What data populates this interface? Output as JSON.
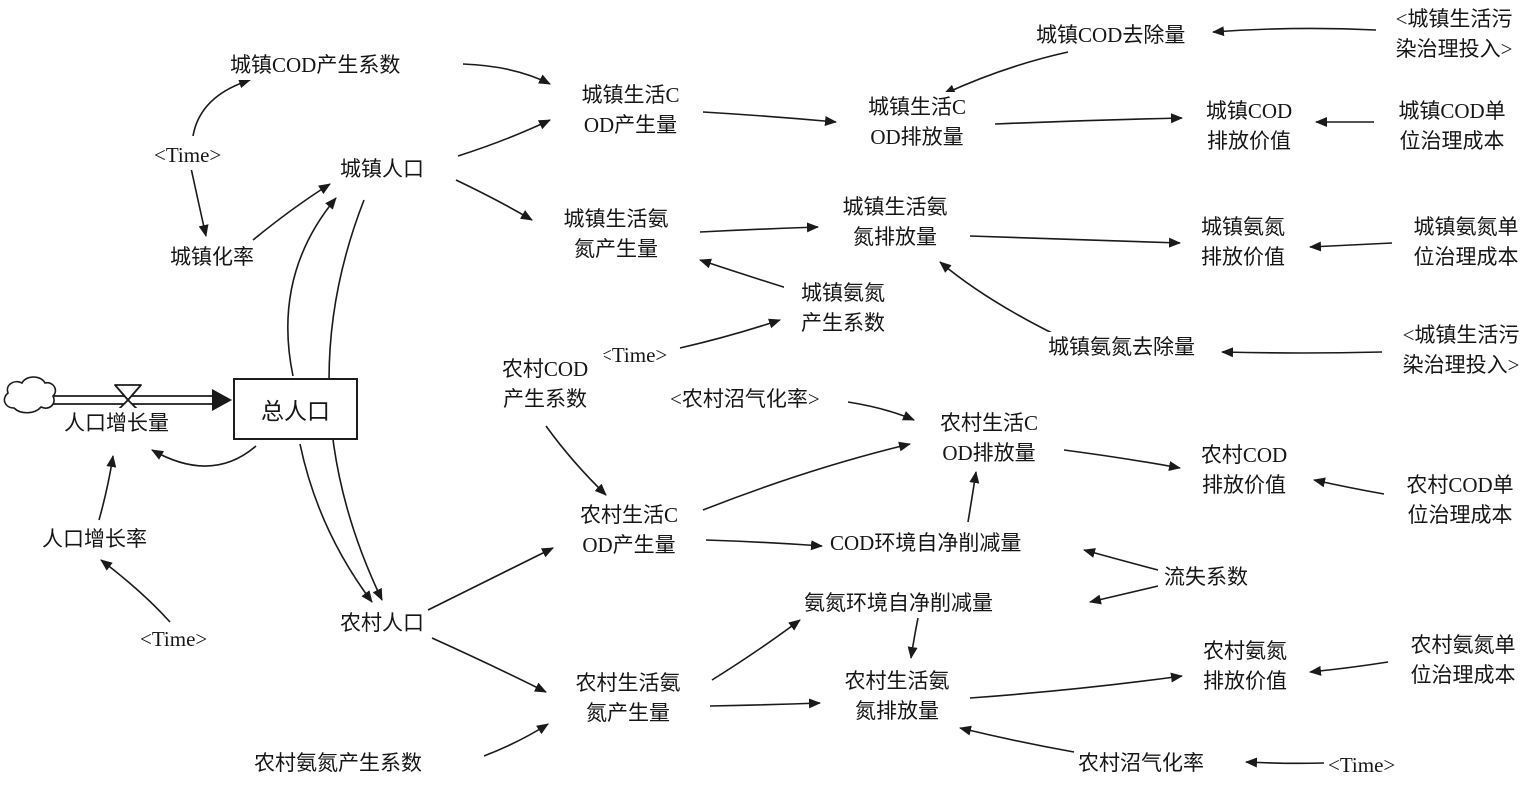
{
  "diagram": {
    "kind": "system-dynamics-stock-flow",
    "nodes": {
      "urban_cod_coef": {
        "label": "城镇COD产生系数"
      },
      "time_topleft": {
        "label": "<Time>"
      },
      "urbanization_rate": {
        "label": "城镇化率"
      },
      "urban_population": {
        "label": "城镇人口"
      },
      "urban_cod_production": {
        "l1": "城镇生活C",
        "l2": "OD产生量"
      },
      "urban_cod_emission": {
        "l1": "城镇生活C",
        "l2": "OD排放量"
      },
      "urban_cod_removal": {
        "label": "城镇COD去除量"
      },
      "urban_treatment_input_top": {
        "l1": "<城镇生活污",
        "l2": "染治理投入>"
      },
      "urban_cod_emission_value": {
        "l1": "城镇COD",
        "l2": "排放价值"
      },
      "urban_cod_unit_cost": {
        "l1": "城镇COD单",
        "l2": "位治理成本"
      },
      "urban_nh3_production": {
        "l1": "城镇生活氨",
        "l2": "氮产生量"
      },
      "urban_nh3_emission": {
        "l1": "城镇生活氨",
        "l2": "氮排放量"
      },
      "urban_nh3_emission_value": {
        "l1": "城镇氨氮",
        "l2": "排放价值"
      },
      "urban_nh3_unit_cost": {
        "l1": "城镇氨氮单",
        "l2": "位治理成本"
      },
      "urban_nh3_coef": {
        "l1": "城镇氨氮",
        "l2": "产生系数"
      },
      "time_mid": {
        "label": "<Time>"
      },
      "urban_nh3_removal": {
        "label": "城镇氨氮去除量"
      },
      "urban_treatment_input_mid": {
        "l1": "<城镇生活污",
        "l2": "染治理投入>"
      },
      "population_growth": {
        "label": "人口增长量"
      },
      "total_population": {
        "label": "总人口"
      },
      "population_growth_rate": {
        "label": "人口增长率"
      },
      "time_left": {
        "label": "<Time>"
      },
      "rural_cod_coef": {
        "l1": "农村COD",
        "l2": "产生系数"
      },
      "rural_biogas_rate_shadow": {
        "label": "<农村沼气化率>"
      },
      "rural_cod_emission": {
        "l1": "农村生活C",
        "l2": "OD排放量"
      },
      "rural_cod_emission_value": {
        "l1": "农村COD",
        "l2": "排放价值"
      },
      "rural_cod_unit_cost": {
        "l1": "农村COD单",
        "l2": "位治理成本"
      },
      "rural_cod_production": {
        "l1": "农村生活C",
        "l2": "OD产生量"
      },
      "cod_env_reduction": {
        "label": "COD环境自净削减量"
      },
      "loss_coef": {
        "label": "流失系数"
      },
      "nh3_env_reduction": {
        "label": "氨氮环境自净削减量"
      },
      "rural_population": {
        "label": "农村人口"
      },
      "rural_nh3_production": {
        "l1": "农村生活氨",
        "l2": "氮产生量"
      },
      "rural_nh3_emission": {
        "l1": "农村生活氨",
        "l2": "氮排放量"
      },
      "rural_nh3_emission_value": {
        "l1": "农村氨氮",
        "l2": "排放价值"
      },
      "rural_nh3_unit_cost": {
        "l1": "农村氨氮单",
        "l2": "位治理成本"
      },
      "rural_nh3_coef": {
        "label": "农村氨氮产生系数"
      },
      "rural_biogas_rate": {
        "label": "农村沼气化率"
      },
      "time_bottomright": {
        "label": "<Time>"
      }
    },
    "colors": {
      "line": "#1a1a1a",
      "text": "#161616",
      "background": "#ffffff"
    }
  }
}
